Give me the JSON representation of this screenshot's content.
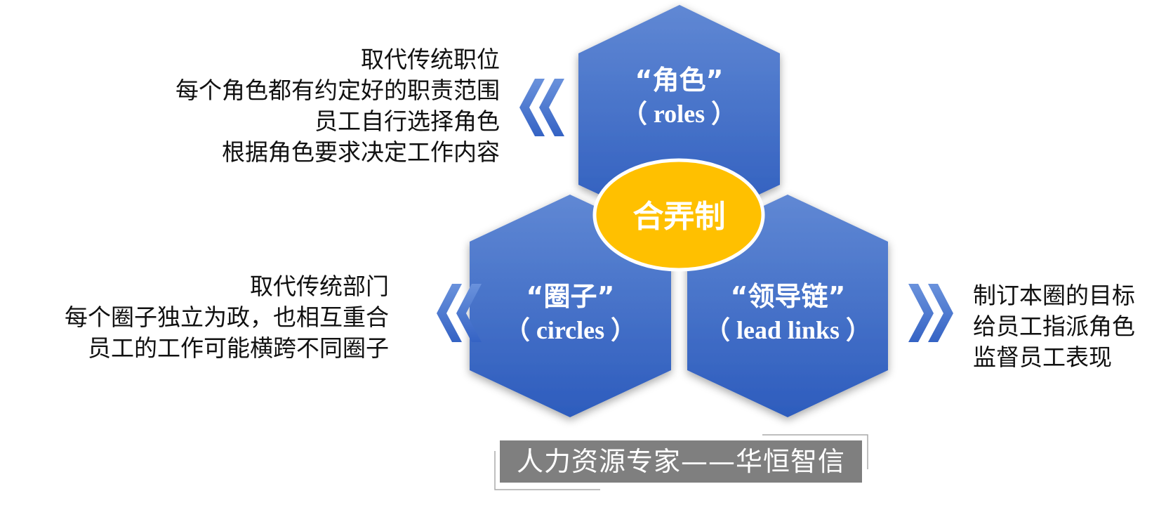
{
  "center": {
    "label": "合弄制",
    "color": "#FFC000"
  },
  "hexagons": {
    "roles": {
      "cn": "“角色”",
      "en": "（ roles ）"
    },
    "circles": {
      "cn": "“圈子”",
      "en": "（ circles ）"
    },
    "lead_links": {
      "cn": "“领导链”",
      "en": "（ lead links ）"
    }
  },
  "descriptions": {
    "roles": [
      "取代传统职位",
      "每个角色都有约定好的职责范围",
      "员工自行选择角色",
      "根据角色要求决定工作内容"
    ],
    "circles": [
      "取代传统部门",
      "每个圈子独立为政，也相互重合",
      "员工的工作可能横跨不同圈子"
    ],
    "lead_links": [
      "制订本圈的目标",
      "给员工指派角色",
      "监督员工表现"
    ]
  },
  "footer": "人力资源专家——华恒智信",
  "colors": {
    "hex_top": "#6088d4",
    "hex_bottom": "#2d5cbd",
    "footer_bg": "#7f7f7f"
  }
}
